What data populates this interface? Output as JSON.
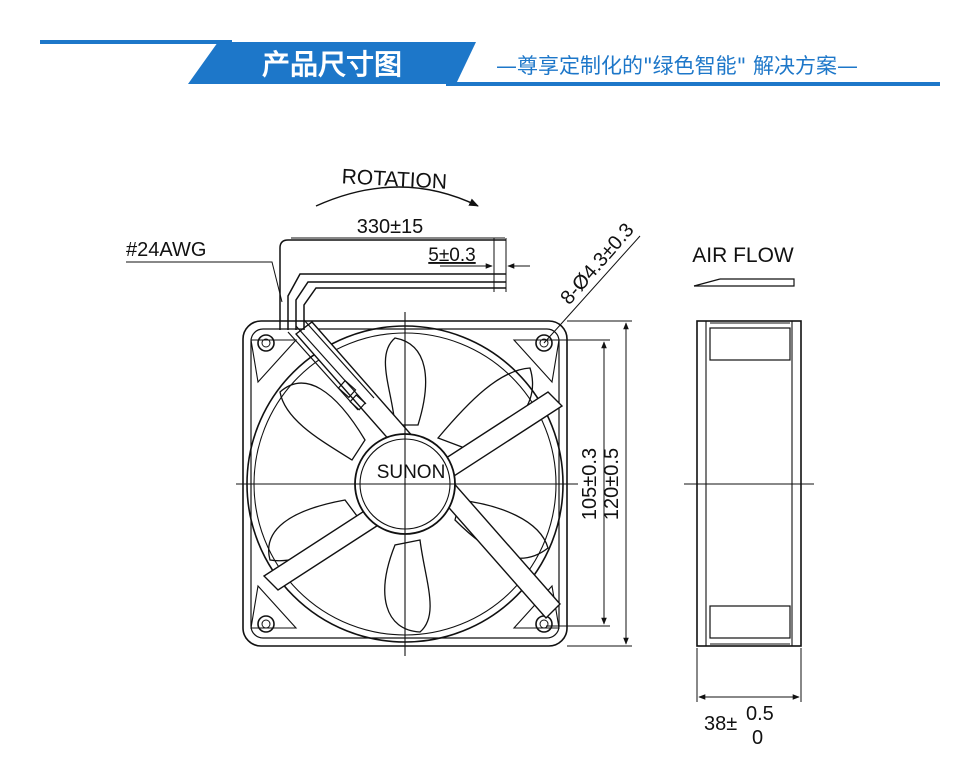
{
  "header": {
    "title": "产品尺寸图",
    "subtitle": "—尊享定制化的\"绿色智能\" 解决方案—",
    "accent_color": "#1d77c9"
  },
  "labels": {
    "rotation": "ROTATION",
    "air_flow": "AIR FLOW",
    "wire_gauge": "#24AWG",
    "lead_length": "330±15",
    "strip_length": "5±0.3",
    "holes": "8-Ø4.3±0.3",
    "hole_spacing": "105±0.3",
    "frame_size": "120±0.5",
    "brand": "SUNON",
    "depth_main": "38±",
    "depth_upper": "0.5",
    "depth_lower": "0"
  }
}
